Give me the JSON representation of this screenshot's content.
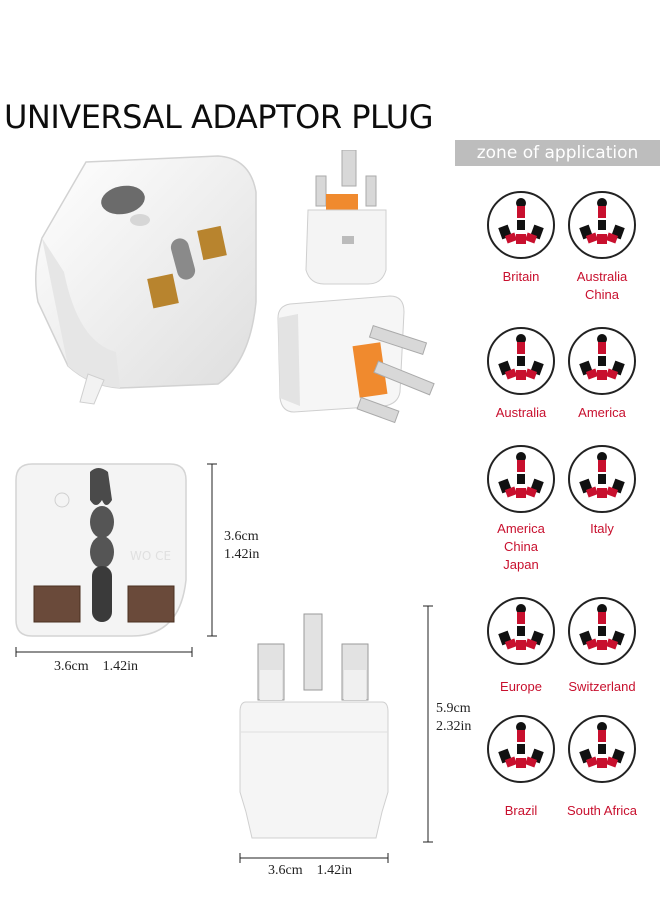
{
  "title": "UNIVERSAL ADAPTOR PLUG",
  "zone_heading": "zone of application",
  "colors": {
    "accent_red": "#c8102e",
    "banner_gray": "#bdbdbd",
    "orange": "#f08a2e",
    "brass": "#b8842e"
  },
  "dimensions": {
    "front_height_cm": "3.6cm",
    "front_height_in": "1.42in",
    "front_width": "3.6cm    1.42in",
    "back_height_cm": "5.9cm",
    "back_height_in": "2.32in",
    "back_width": "3.6cm    1.42in"
  },
  "regions": [
    {
      "label": "Britain",
      "icon": "socket-icon"
    },
    {
      "label": "Australia\nChina",
      "icon": "socket-icon"
    },
    {
      "label": "Australia",
      "icon": "socket-icon"
    },
    {
      "label": "America",
      "icon": "socket-icon"
    },
    {
      "label": "America\nChina\nJapan",
      "icon": "socket-icon"
    },
    {
      "label": "Italy",
      "icon": "socket-icon"
    },
    {
      "label": "Europe",
      "icon": "socket-icon"
    },
    {
      "label": "Switzerland",
      "icon": "socket-icon"
    },
    {
      "label": "Brazil",
      "icon": "socket-icon"
    },
    {
      "label": "South Africa",
      "icon": "socket-icon"
    }
  ]
}
